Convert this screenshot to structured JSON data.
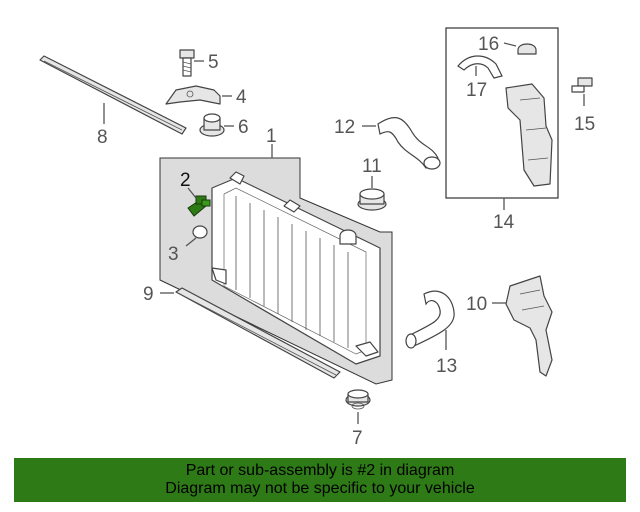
{
  "diagram": {
    "callouts": {
      "c1": "1",
      "c2": "2",
      "c3": "3",
      "c4": "4",
      "c5": "5",
      "c6": "6",
      "c7": "7",
      "c8": "8",
      "c9": "9",
      "c10": "10",
      "c11": "11",
      "c12": "12",
      "c13": "13",
      "c14": "14",
      "c15": "15",
      "c16": "16",
      "c17": "17"
    },
    "highlighted_part": "2",
    "highlight_color": "#2e7a17"
  },
  "banner": {
    "line1": "Part or sub-assembly is #2 in diagram",
    "line2": "Diagram may not be specific to your vehicle",
    "background": "#2e7a17"
  }
}
